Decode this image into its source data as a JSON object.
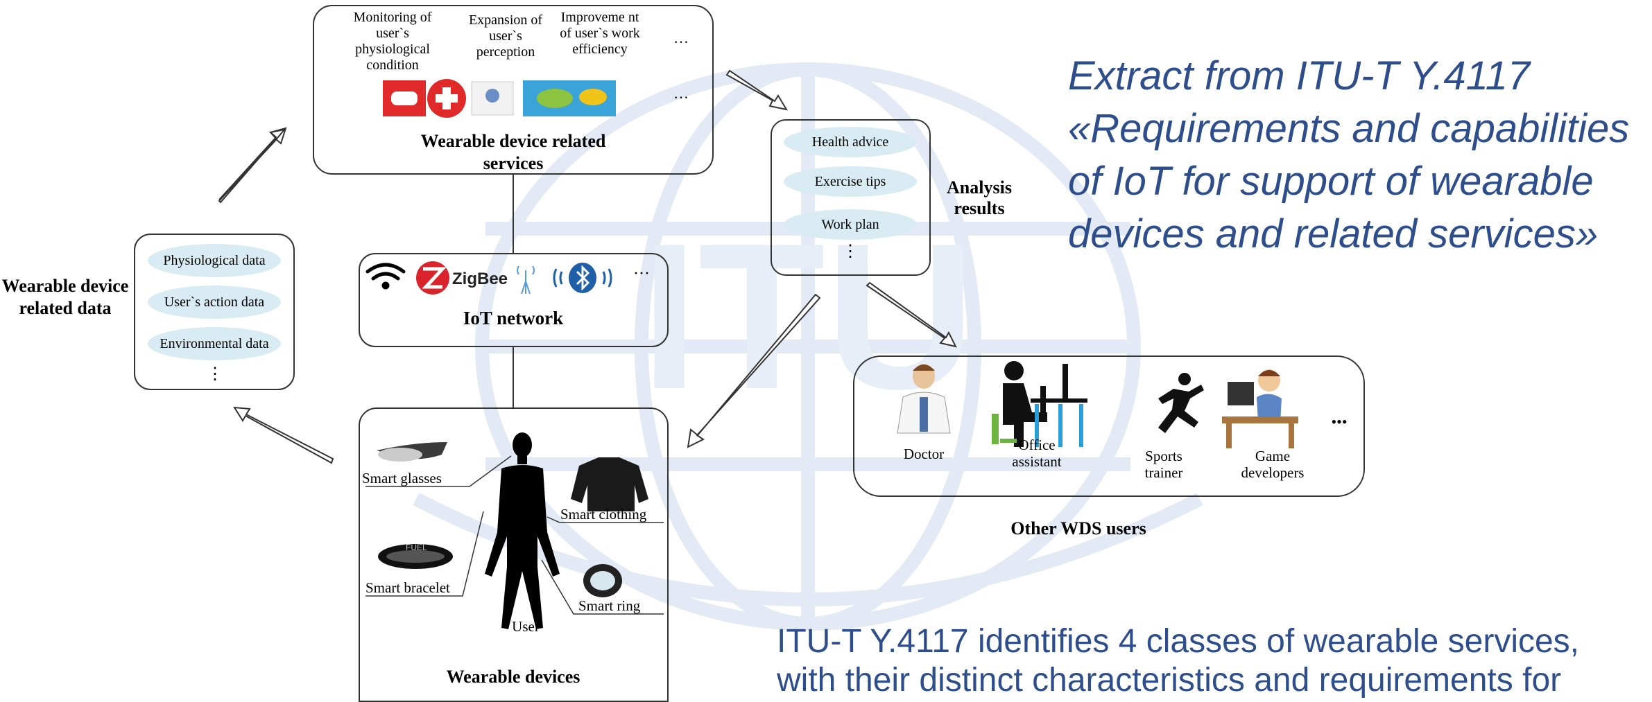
{
  "title": "Extract from ITU-T Y.4117 «Requirements and capabilities of IoT for support of wearable devices and related services»",
  "description": "ITU-T Y.4117 identifies 4 classes of wearable services, with their distinct characteristics and requirements for",
  "watermark_text": "ITU",
  "colors": {
    "title": "#2d4e8a",
    "pill": "#d9ecf3",
    "watermark": "#e3eaf5"
  },
  "services": {
    "items": [
      "Monitoring of user`s physiological condition",
      "Expansion of user`s perception",
      "Improveme nt of user`s work efficiency"
    ],
    "ellipsis": "…",
    "label": "Wearable device related services"
  },
  "data": {
    "items": [
      "Physiological data",
      "User`s action data",
      "Environmental data"
    ],
    "more": "⋮",
    "label": "Wearable device related data"
  },
  "network": {
    "zigbee": "ZigBee",
    "ellipsis": "···",
    "label": "IoT network"
  },
  "analysis": {
    "items": [
      "Health advice",
      "Exercise tips",
      "Work plan"
    ],
    "more": "⋮",
    "label": "Analysis results"
  },
  "devices": {
    "items": [
      "Smart glasses",
      "Smart clothing",
      "Smart bracelet",
      "Smart ring"
    ],
    "user": "User",
    "bracelet_text": "FUEL",
    "label": "Wearable devices"
  },
  "users": {
    "items": [
      "Doctor",
      "Office assistant",
      "Sports trainer",
      "Game developers"
    ],
    "ellipsis": "•••",
    "label": "Other WDS users"
  }
}
